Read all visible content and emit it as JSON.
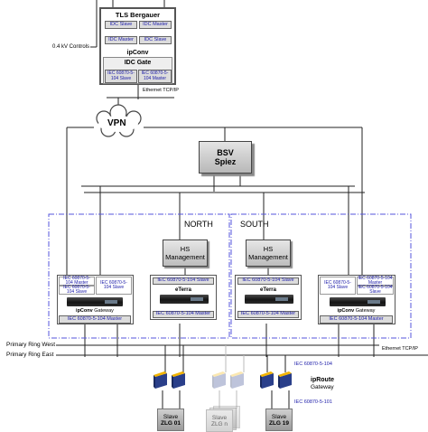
{
  "tls": {
    "title": "TLS Bergauer",
    "idc_slave_1": "IDC Slave",
    "idc_master_1": "IDC Master",
    "idc_master_2": "IDC Master",
    "idc_slave_2": "IDC Slave",
    "name": "ipConv",
    "subname": "IDC Gate",
    "iec_slave": "IEC 60870-5-104 Slave",
    "iec_master": "IEC 60870-5-104 Master"
  },
  "labels": {
    "controls": "0.4 kV Controls",
    "ethernet_top": "Ethernet TCP/IP",
    "vpn": "VPN",
    "bsv_line1": "BSV",
    "bsv_line2": "Spiez",
    "north": "NORTH",
    "south": "SOUTH",
    "ring_west": "Primary Ring West",
    "ring_east": "Primary Ring East",
    "ethernet_bottom": "Ethernet TCP/IP"
  },
  "hs": {
    "line1": "HS",
    "line2": "Management"
  },
  "gateways": [
    {
      "master": "IEC 60870-5-104 Master",
      "slave_a": "IEC 60870-5-104 Slave",
      "slave_b": "IEC 60870-5-104 Slave",
      "bottom": "IEC 60870-5-104 Master",
      "brand": "ipConv",
      "suffix": "Gateway"
    },
    {
      "top": "IEC 60870-5-104 Slave",
      "brand": "eTerra",
      "bottom": "IEC 60870-5-104 Master"
    },
    {
      "top": "IEC 60870-5-104 Slave",
      "brand": "eTerra",
      "bottom": "IEC 60870-5-104 Master"
    },
    {
      "slave_a": "IEC 60870-5-104 Slave",
      "master": "IEC 60870-5-104 Master",
      "slave_b": "IEC 60870-5-104 Slave",
      "bottom": "IEC 60870-5-104 Master",
      "brand": "ipConv",
      "suffix": "Gateway"
    }
  ],
  "iproute": {
    "top": "IEC 60870-5-104",
    "name": "ipRoute",
    "suffix": "Gateway",
    "bottom": "IEC 60870-5-101"
  },
  "slaves": [
    {
      "label": "Slave",
      "name": "ZLG 01"
    },
    {
      "label": "Slave",
      "name": "ZLG n"
    },
    {
      "label": "Slave",
      "name": "ZLG 19"
    }
  ],
  "colors": {
    "region_border": "#5555dd",
    "iec_text": "#1a1aa8",
    "modem_body": "#2a3f8a",
    "modem_top": "#f2b400"
  }
}
